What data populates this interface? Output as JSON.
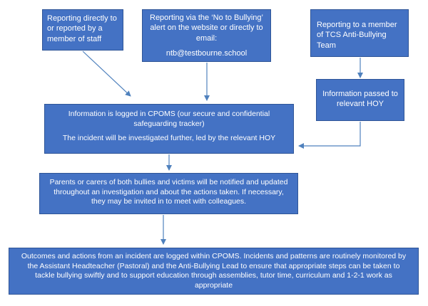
{
  "diagram": {
    "colors": {
      "box_fill": "#4472c4",
      "box_border": "#2f5597",
      "text": "#ffffff",
      "arrow": "#4f81bd"
    },
    "boxes": {
      "staff": {
        "lines": [
          "Reporting directly to or reported by a member of staff"
        ]
      },
      "website": {
        "lines": [
          "Reporting via the  ‘No to Bullying’ alert on the website or directly to email:",
          "ntb@testbourne.school"
        ]
      },
      "tcs_team": {
        "lines": [
          "Reporting to a member of TCS Anti-Bullying Team"
        ]
      },
      "hoy_passed": {
        "lines": [
          "Information passed to relevant HOY"
        ]
      },
      "cpoms_log": {
        "lines": [
          "Information is logged in CPOMS (our  secure and confidential safeguarding tracker)",
          "The incident will be investigated further, led by the relevant HOY"
        ]
      },
      "parents": {
        "lines": [
          "Parents or carers of both bullies and victims will be notified and updated throughout an investigation and about the actions taken. If necessary, they may be invited in to meet with colleagues."
        ]
      },
      "outcomes": {
        "lines": [
          "Outcomes and actions from an incident are logged within CPOMS. Incidents and patterns are routinely monitored by the Assistant Headteacher (Pastoral) and the Anti-Bullying Lead to ensure that appropriate steps can be taken to tackle bullying swiftly and to support education through assemblies, tutor time, curriculum and 1-2-1 work as appropriate"
        ]
      }
    },
    "connections": [
      {
        "from": "staff",
        "to": "cpoms_log"
      },
      {
        "from": "website",
        "to": "cpoms_log"
      },
      {
        "from": "tcs_team",
        "to": "hoy_passed"
      },
      {
        "from": "hoy_passed",
        "to": "cpoms_log"
      },
      {
        "from": "cpoms_log",
        "to": "parents"
      },
      {
        "from": "parents",
        "to": "outcomes"
      }
    ]
  }
}
